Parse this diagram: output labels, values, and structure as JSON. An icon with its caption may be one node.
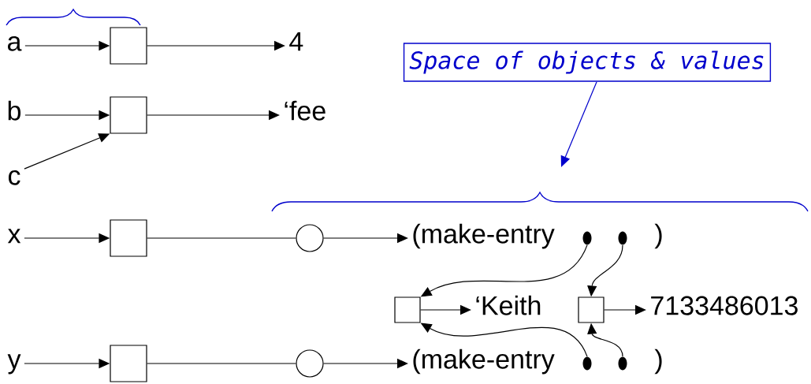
{
  "diagram": {
    "nodes": [
      {
        "text": [
          "a"
        ]
      },
      {
        "text": [],
        "shape": "box"
      },
      {
        "text": [
          "4"
        ]
      },
      {
        "text": [
          "b"
        ]
      },
      {
        "text": [],
        "shape": "box"
      },
      {
        "text": [
          "‘fee"
        ]
      },
      {
        "text": [
          "c"
        ]
      },
      {
        "text": [
          "x"
        ]
      },
      {
        "text": [],
        "shape": "box"
      },
      {
        "text": [],
        "shape": "circle"
      },
      {
        "text": [
          "(make-entry"
        ]
      },
      {
        "text": [],
        "shape": "dot"
      },
      {
        "text": [],
        "shape": "dot"
      },
      {
        "text": [],
        "shape": "box"
      },
      {
        "text": [
          "‘Keith"
        ]
      },
      {
        "text": [],
        "shape": "box"
      },
      {
        "text": [
          "7133486013"
        ]
      },
      {
        "text": [
          "y"
        ]
      },
      {
        "text": [],
        "shape": "box"
      },
      {
        "text": [],
        "shape": "circle"
      },
      {
        "text": [
          "(make-entry"
        ]
      },
      {
        "text": [],
        "shape": "dot"
      },
      {
        "text": [],
        "shape": "dot"
      },
      {
        "text": [
          "Space of objects & values"
        ]
      }
    ],
    "edges": [
      {
        "from": 0,
        "to": 1,
        "arrow": "to"
      },
      {
        "from": 1,
        "to": 2,
        "arrow": "to"
      },
      {
        "from": 3,
        "to": 4,
        "arrow": "to"
      },
      {
        "from": 6,
        "to": 4,
        "arrow": "to"
      },
      {
        "from": 4,
        "to": 5,
        "arrow": "to"
      },
      {
        "from": 7,
        "to": 8,
        "arrow": "to"
      },
      {
        "from": 8,
        "to": 9,
        "arrow": "none"
      },
      {
        "from": 9,
        "to": 10,
        "arrow": "to"
      },
      {
        "from": 11,
        "to": 13,
        "arrow": "to"
      },
      {
        "from": 12,
        "to": 15,
        "arrow": "to"
      },
      {
        "from": 13,
        "to": 14,
        "arrow": "to"
      },
      {
        "from": 15,
        "to": 16,
        "arrow": "to"
      },
      {
        "from": 17,
        "to": 18,
        "arrow": "to"
      },
      {
        "from": 18,
        "to": 19,
        "arrow": "none"
      },
      {
        "from": 19,
        "to": 20,
        "arrow": "to"
      },
      {
        "from": 21,
        "to": 13,
        "arrow": "to"
      },
      {
        "from": 22,
        "to": 15,
        "arrow": "to"
      },
      {
        "from": 23,
        "to": null,
        "arrow": "to",
        "color": "#0000cc"
      }
    ],
    "labels": [
      ")",
      ")"
    ]
  }
}
